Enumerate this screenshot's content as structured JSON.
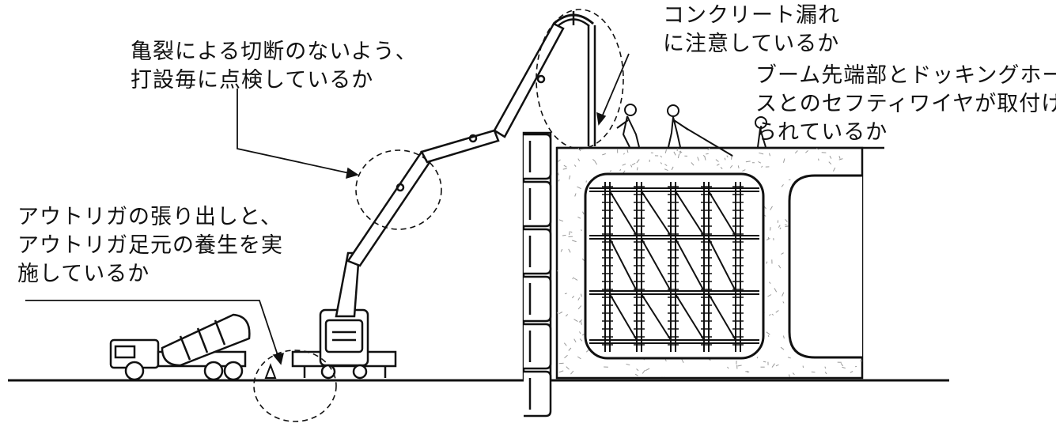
{
  "annotations": {
    "crack_check": {
      "lines": [
        "亀裂による切断のないよう、",
        "打設毎に点検しているか"
      ]
    },
    "outrigger": {
      "lines": [
        "アウトリガの張り出しと、",
        "アウトリガ足元の養生を実",
        "施しているか"
      ]
    },
    "concrete_leak": {
      "lines": [
        "コンクリート漏れ",
        "に注意しているか"
      ]
    },
    "safety_wire": {
      "lines": [
        "ブーム先端部とドッキングホー",
        "スとのセフティワイヤが取付け",
        "られているか"
      ]
    }
  },
  "colors": {
    "line": "#111111",
    "speckle": "#9a9a9a",
    "background": "#ffffff"
  }
}
